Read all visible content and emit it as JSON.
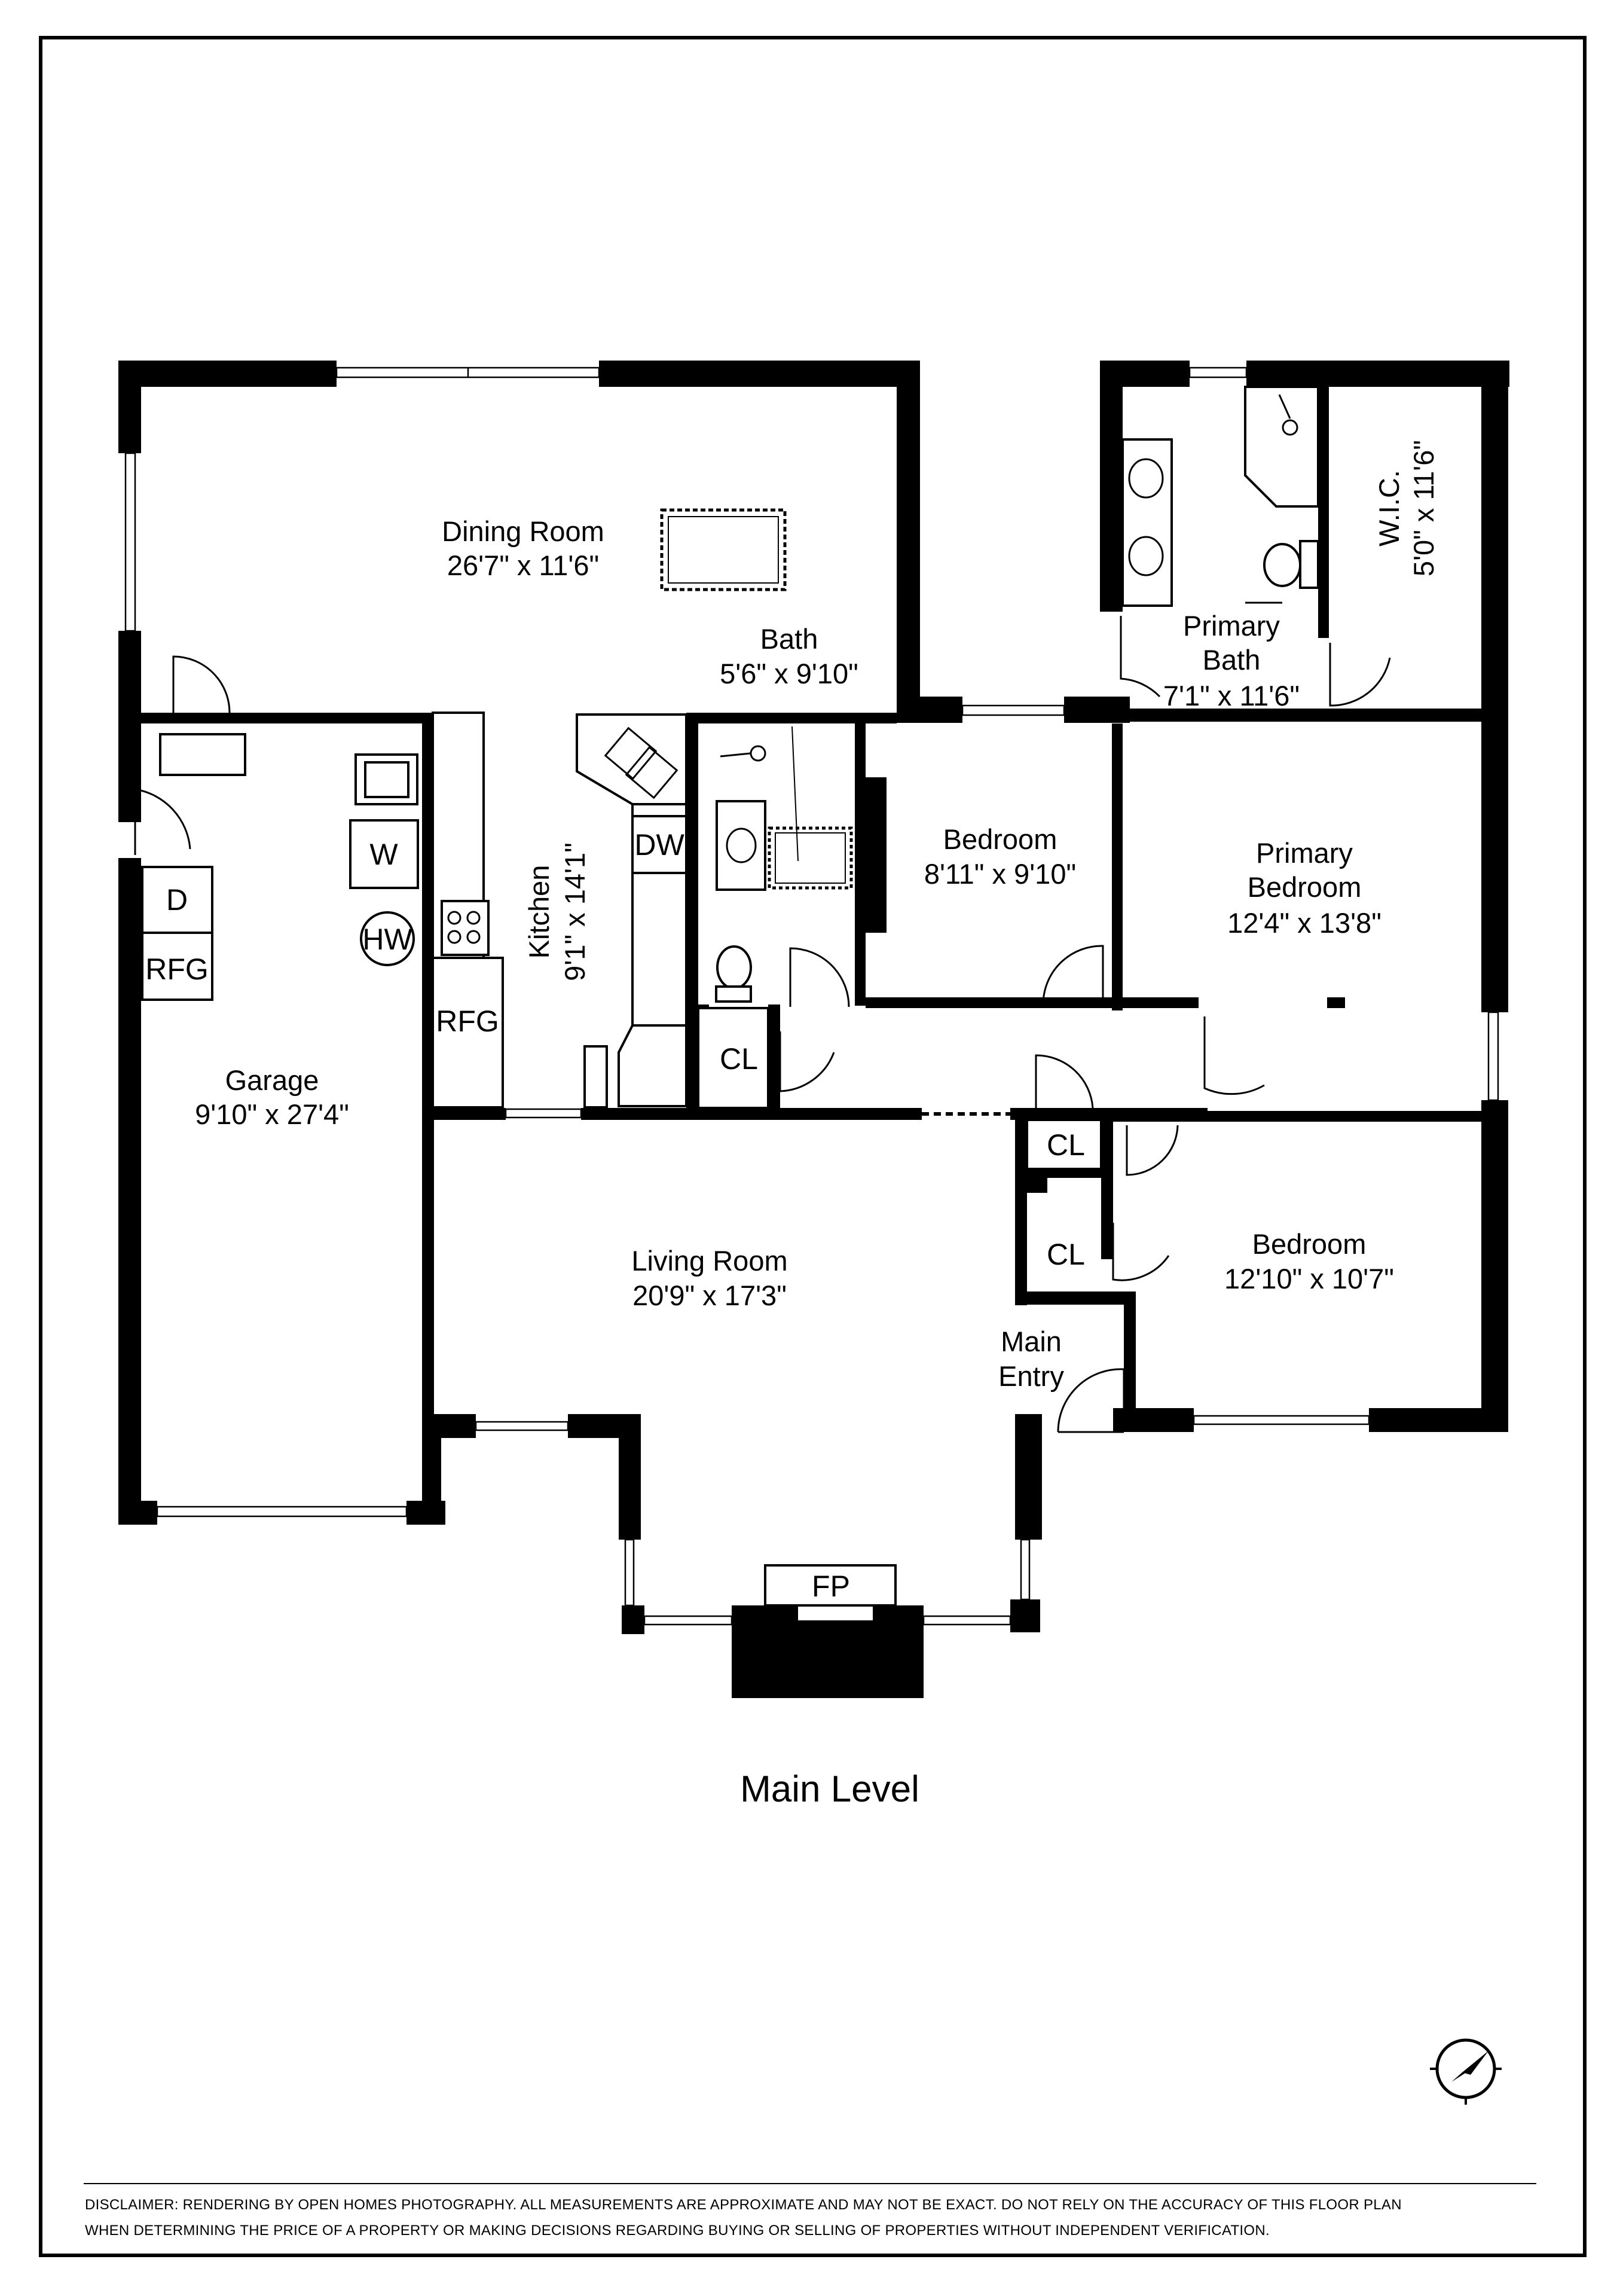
{
  "rooms": {
    "dining": {
      "name": "Dining Room",
      "dims": "26'7\" x 11'6\""
    },
    "bath": {
      "name": "Bath",
      "dims": "5'6\" x 9'10\""
    },
    "primary_bath": {
      "line1": "Primary",
      "line2": "Bath",
      "dims": "7'1\" x 11'6\""
    },
    "wic": {
      "name": "W.I.C.",
      "dims": "5'0\" x 11'6\""
    },
    "kitchen": {
      "name": "Kitchen",
      "dims": "9'1\" x 14'1\""
    },
    "bedroom_center": {
      "name": "Bedroom",
      "dims": "8'11\" x 9'10\""
    },
    "primary_bedroom": {
      "line1": "Primary",
      "line2": "Bedroom",
      "dims": "12'4\" x 13'8\""
    },
    "garage": {
      "name": "Garage",
      "dims": "9'10\" x 27'4\""
    },
    "living": {
      "name": "Living Room",
      "dims": "20'9\" x 17'3\""
    },
    "bedroom_se": {
      "name": "Bedroom",
      "dims": "12'10\" x 10'7\""
    },
    "entry": {
      "line1": "Main",
      "line2": "Entry"
    }
  },
  "fixtures": {
    "dw": "DW",
    "w": "W",
    "d": "D",
    "hw": "HW",
    "rfg_garage": "RFG",
    "rfg_kitchen": "RFG",
    "cl_hall": "CL",
    "cl_upper": "CL",
    "cl_lower": "CL",
    "fp": "FP"
  },
  "level_title": "Main Level",
  "disclaimer": {
    "line1": "DISCLAIMER: RENDERING BY OPEN HOMES PHOTOGRAPHY. ALL MEASUREMENTS ARE APPROXIMATE AND MAY NOT BE EXACT. DO NOT RELY ON THE ACCURACY OF THIS FLOOR PLAN",
    "line2": "WHEN DETERMINING THE PRICE OF A PROPERTY OR MAKING DECISIONS REGARDING BUYING OR SELLING OF PROPERTIES WITHOUT INDEPENDENT VERIFICATION."
  },
  "icons": {
    "compass": "compass-icon"
  }
}
